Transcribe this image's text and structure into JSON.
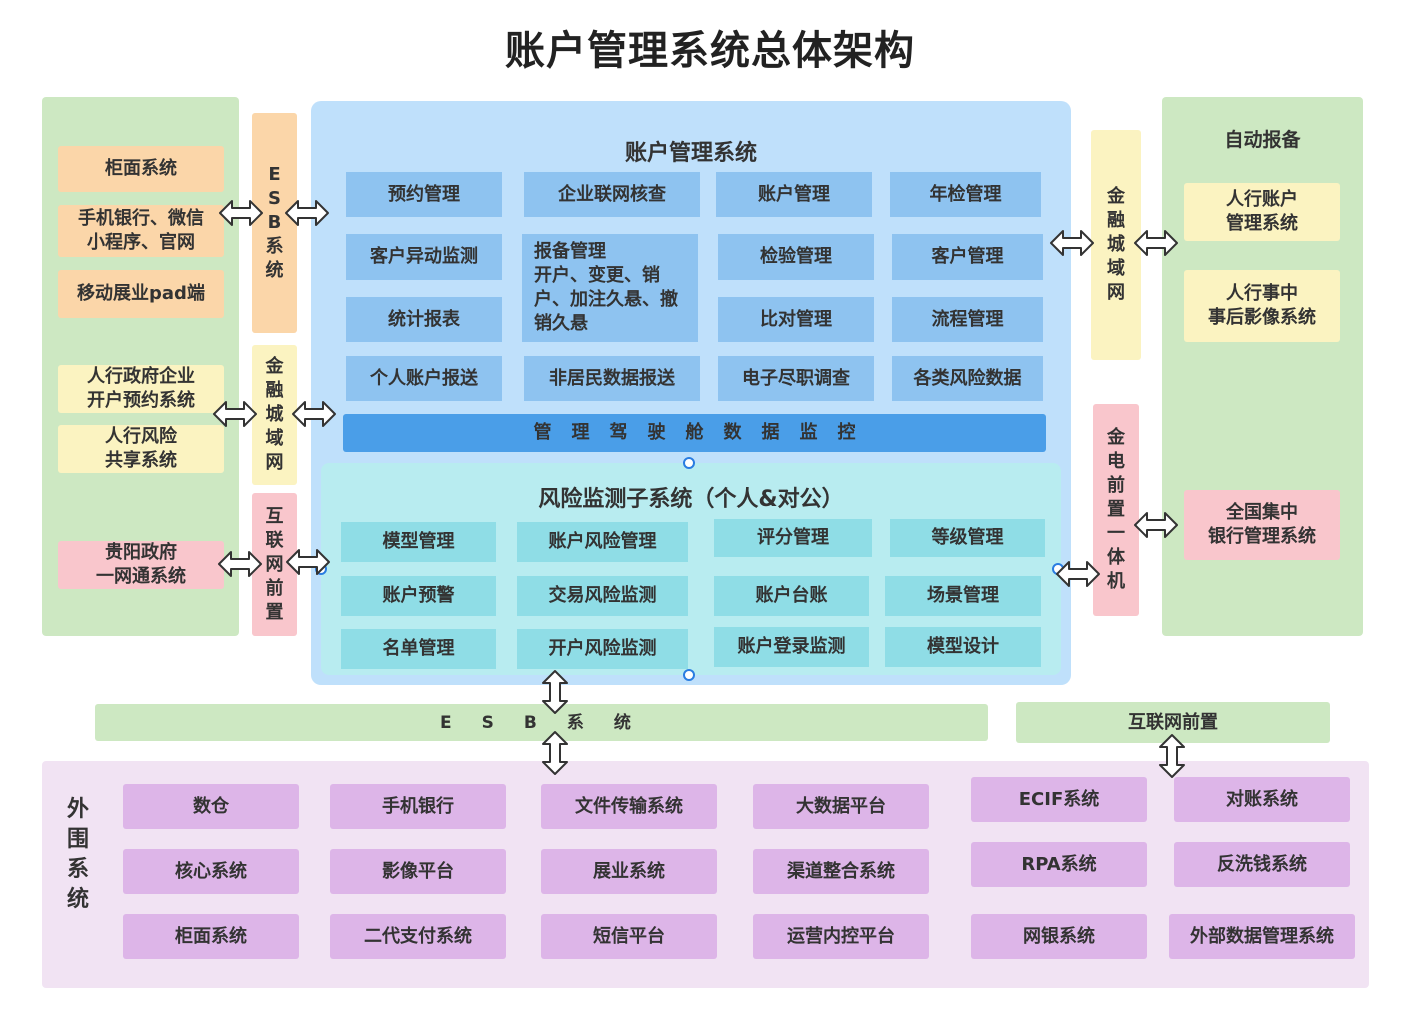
{
  "title": "账户管理系统总体架构",
  "left_panel": {
    "group1": [
      "柜面系统",
      "手机银行、微信\n小程序、官网",
      "移动展业pad端"
    ],
    "group2": [
      "人行政府企业\n开户预约系统",
      "人行风险\n共享系统"
    ],
    "group3": [
      "贵阳政府\n一网通系统"
    ]
  },
  "connectors_left": {
    "esb": [
      "E",
      "S",
      "B",
      "系",
      "统"
    ],
    "jr": [
      "金",
      "融",
      "城",
      "域",
      "网"
    ],
    "hl": [
      "互",
      "联",
      "网",
      "前",
      "置"
    ]
  },
  "account_system": {
    "title": "账户管理系统",
    "modules": [
      "预约管理",
      "企业联网核查",
      "账户管理",
      "年检管理",
      "客户异动监测",
      "报备管理\n开户、变更、销\n户、加注久悬、撤\n销久悬",
      "检验管理",
      "客户管理",
      "统计报表",
      "比对管理",
      "流程管理",
      "个人账户报送",
      "非居民数据报送",
      "电子尽职调查",
      "各类风险数据"
    ],
    "cockpit": [
      "管",
      "理",
      "驾",
      "驶",
      "舱",
      "数",
      "据",
      "监",
      "控"
    ]
  },
  "risk_system": {
    "title": "风险监测子系统（个人&对公）",
    "modules": [
      "模型管理",
      "账户风险管理",
      "评分管理",
      "等级管理",
      "账户预警",
      "交易风险监测",
      "账户台账",
      "场景管理",
      "名单管理",
      "开户风险监测",
      "账户登录监测",
      "模型设计"
    ]
  },
  "connectors_right": {
    "jr": [
      "金",
      "融",
      "城",
      "域",
      "网"
    ],
    "jd": [
      "金",
      "电",
      "前",
      "置",
      "一",
      "体",
      "机"
    ]
  },
  "right_panel": {
    "title": "自动报备",
    "items": [
      "人行账户\n管理系统",
      "人行事中\n事后影像系统",
      "全国集中\n银行管理系统"
    ]
  },
  "bottom_bars": {
    "esb": [
      "E",
      "S",
      "B",
      "系",
      "统"
    ],
    "internet": "互联网前置"
  },
  "external": {
    "label": [
      "外",
      "围",
      "系",
      "统"
    ],
    "col1": [
      "数仓",
      "核心系统",
      "柜面系统"
    ],
    "col2": [
      "手机银行",
      "影像平台",
      "二代支付系统"
    ],
    "col3": [
      "文件传输系统",
      "展业系统",
      "短信平台"
    ],
    "col4": [
      "大数据平台",
      "渠道整合系统",
      "运营内控平台"
    ],
    "col5": [
      "ECIF系统",
      "RPA系统",
      "网银系统"
    ],
    "col6": [
      "对账系统",
      "反洗钱系统",
      "外部数据管理系统"
    ]
  },
  "colors": {
    "green": "#cde8c2",
    "orange": "#fbd6a9",
    "yellow": "#fbf3c1",
    "pink": "#f9c6cc",
    "blue_panel": "#bfe0fb",
    "blue_module": "#8ec3f0",
    "teal_panel": "#b8ecf0",
    "teal_module": "#8fdde6",
    "purple_panel": "#f1e3f3",
    "purple_module": "#ddb5e8"
  }
}
